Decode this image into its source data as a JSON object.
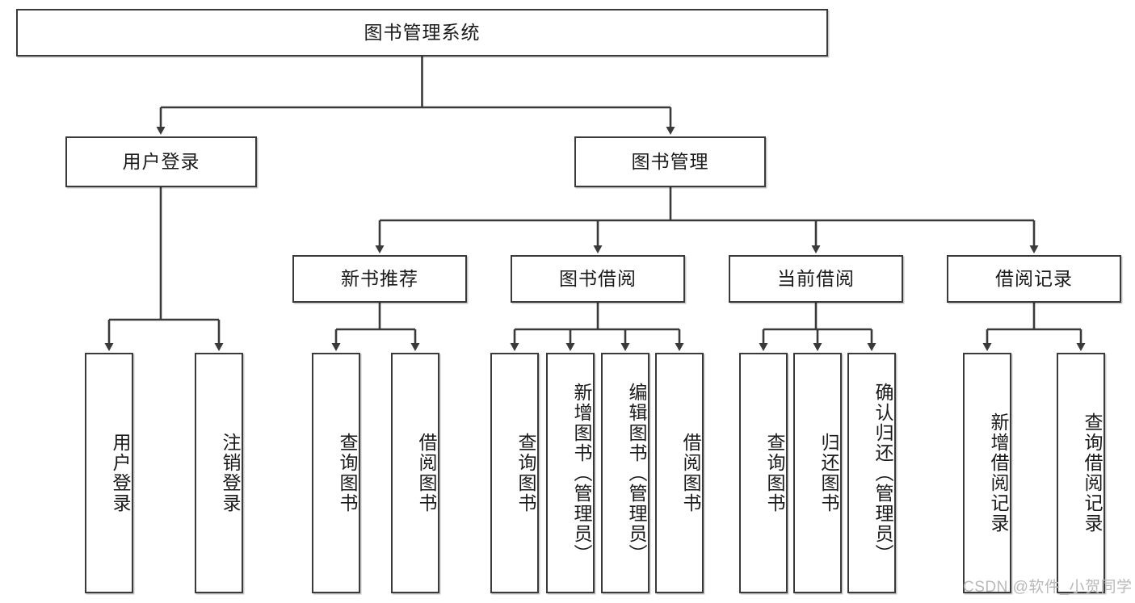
{
  "diagram": {
    "title": "图书管理系统",
    "type": "tree-hierarchy-chart",
    "root": {
      "label": "图书管理系统"
    },
    "level1": [
      {
        "label": "用户登录"
      },
      {
        "label": "图书管理"
      }
    ],
    "level2": [
      {
        "label": "新书推荐"
      },
      {
        "label": "图书借阅"
      },
      {
        "label": "当前借阅"
      },
      {
        "label": "借阅记录"
      }
    ],
    "leaves": {
      "user_login": [
        {
          "label": "用户登录"
        },
        {
          "label": "注销登录"
        }
      ],
      "new_book_recommend": [
        {
          "label": "查询图书"
        },
        {
          "label": "借阅图书"
        }
      ],
      "book_borrow": [
        {
          "label": "查询图书"
        },
        {
          "label": "新增图书（管理员）"
        },
        {
          "label": "编辑图书（管理员）"
        },
        {
          "label": "借阅图书"
        }
      ],
      "current_borrow": [
        {
          "label": "查询图书"
        },
        {
          "label": "归还图书"
        },
        {
          "label": "确认归还（管理员）"
        }
      ],
      "borrow_record": [
        {
          "label": "新增借阅记录"
        },
        {
          "label": "查询借阅记录"
        }
      ]
    },
    "watermark": "CSDN @软件_小贺同学",
    "colors": {
      "stroke": "#3a3a3a",
      "fill": "#ffffff",
      "text": "#1a1a1a",
      "watermark": "#b9b9b9"
    }
  }
}
